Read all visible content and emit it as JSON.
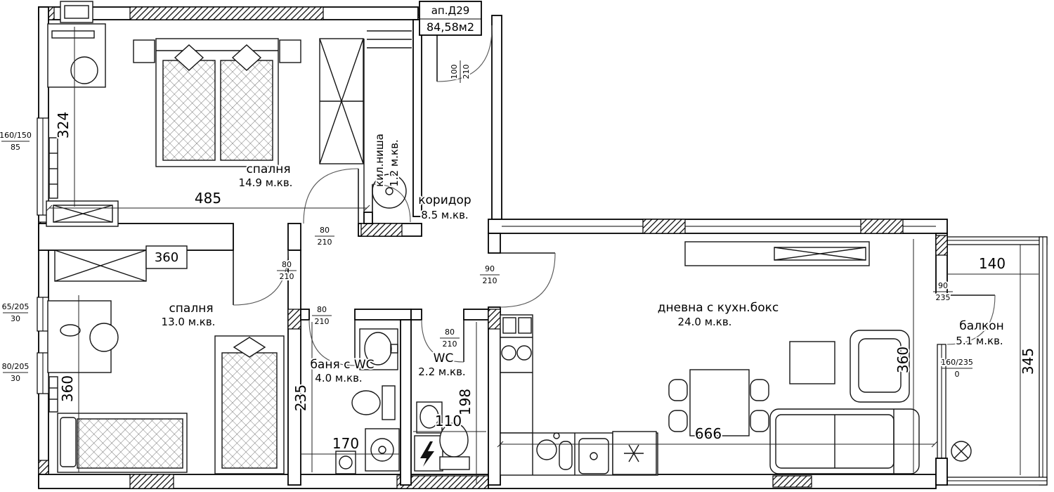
{
  "title_block": {
    "apartment_no": "ап.Д29",
    "total_area": "84,58м2"
  },
  "rooms": {
    "bedroom1": {
      "name": "спалня",
      "area": "14.9 м.кв."
    },
    "closet_niche": {
      "name": "кил.ниша",
      "area": "1.2 м.кв."
    },
    "corridor": {
      "name": "коридор",
      "area": "8.5 м.кв."
    },
    "bedroom2": {
      "name": "спалня",
      "area": "13.0 м.кв."
    },
    "bathroom": {
      "name": "баня с WC",
      "area": "4.0 м.кв."
    },
    "wc": {
      "name": "WC",
      "area": "2.2 м.кв."
    },
    "living_kitchen": {
      "name": "дневна с кухн.бокс",
      "area": "24.0 м.кв."
    },
    "balcony": {
      "name": "балкон",
      "area": "5.1 м.кв."
    }
  },
  "dimensions": {
    "bedroom1_width": "485",
    "bedroom1_depth": "324",
    "wardrobe_box": "360",
    "bedroom2_depth": "360",
    "bathroom_depth": "235",
    "bathroom_width": "170",
    "wc_width": "110",
    "wc_depth": "198",
    "living_width": "666",
    "living_depth": "360",
    "balcony_width": "140",
    "balcony_depth": "345"
  },
  "openings": {
    "entry_door": {
      "w": "100",
      "h": "210"
    },
    "bedroom1_door": {
      "w": "80",
      "h": "210"
    },
    "bedroom2_door": {
      "w": "80",
      "h": "210"
    },
    "bathroom_door": {
      "w": "80",
      "h": "210"
    },
    "wc_door": {
      "w": "80",
      "h": "210"
    },
    "living_door": {
      "w": "90",
      "h": "210"
    },
    "balcony_door": {
      "w": "90",
      "h": "235"
    },
    "bedroom1_window": {
      "size": "160/150",
      "sill": "85"
    },
    "bedroom2_window_a": {
      "size": "65/205",
      "sill": "30"
    },
    "bedroom2_window_b": {
      "size": "80/205",
      "sill": "30"
    },
    "balcony_window": {
      "size": "160/235",
      "sill": "0"
    }
  },
  "icons": {
    "fridge": "snowflake-icon",
    "water_heater": "lightning-icon",
    "balcony_drain": "drain-icon"
  }
}
